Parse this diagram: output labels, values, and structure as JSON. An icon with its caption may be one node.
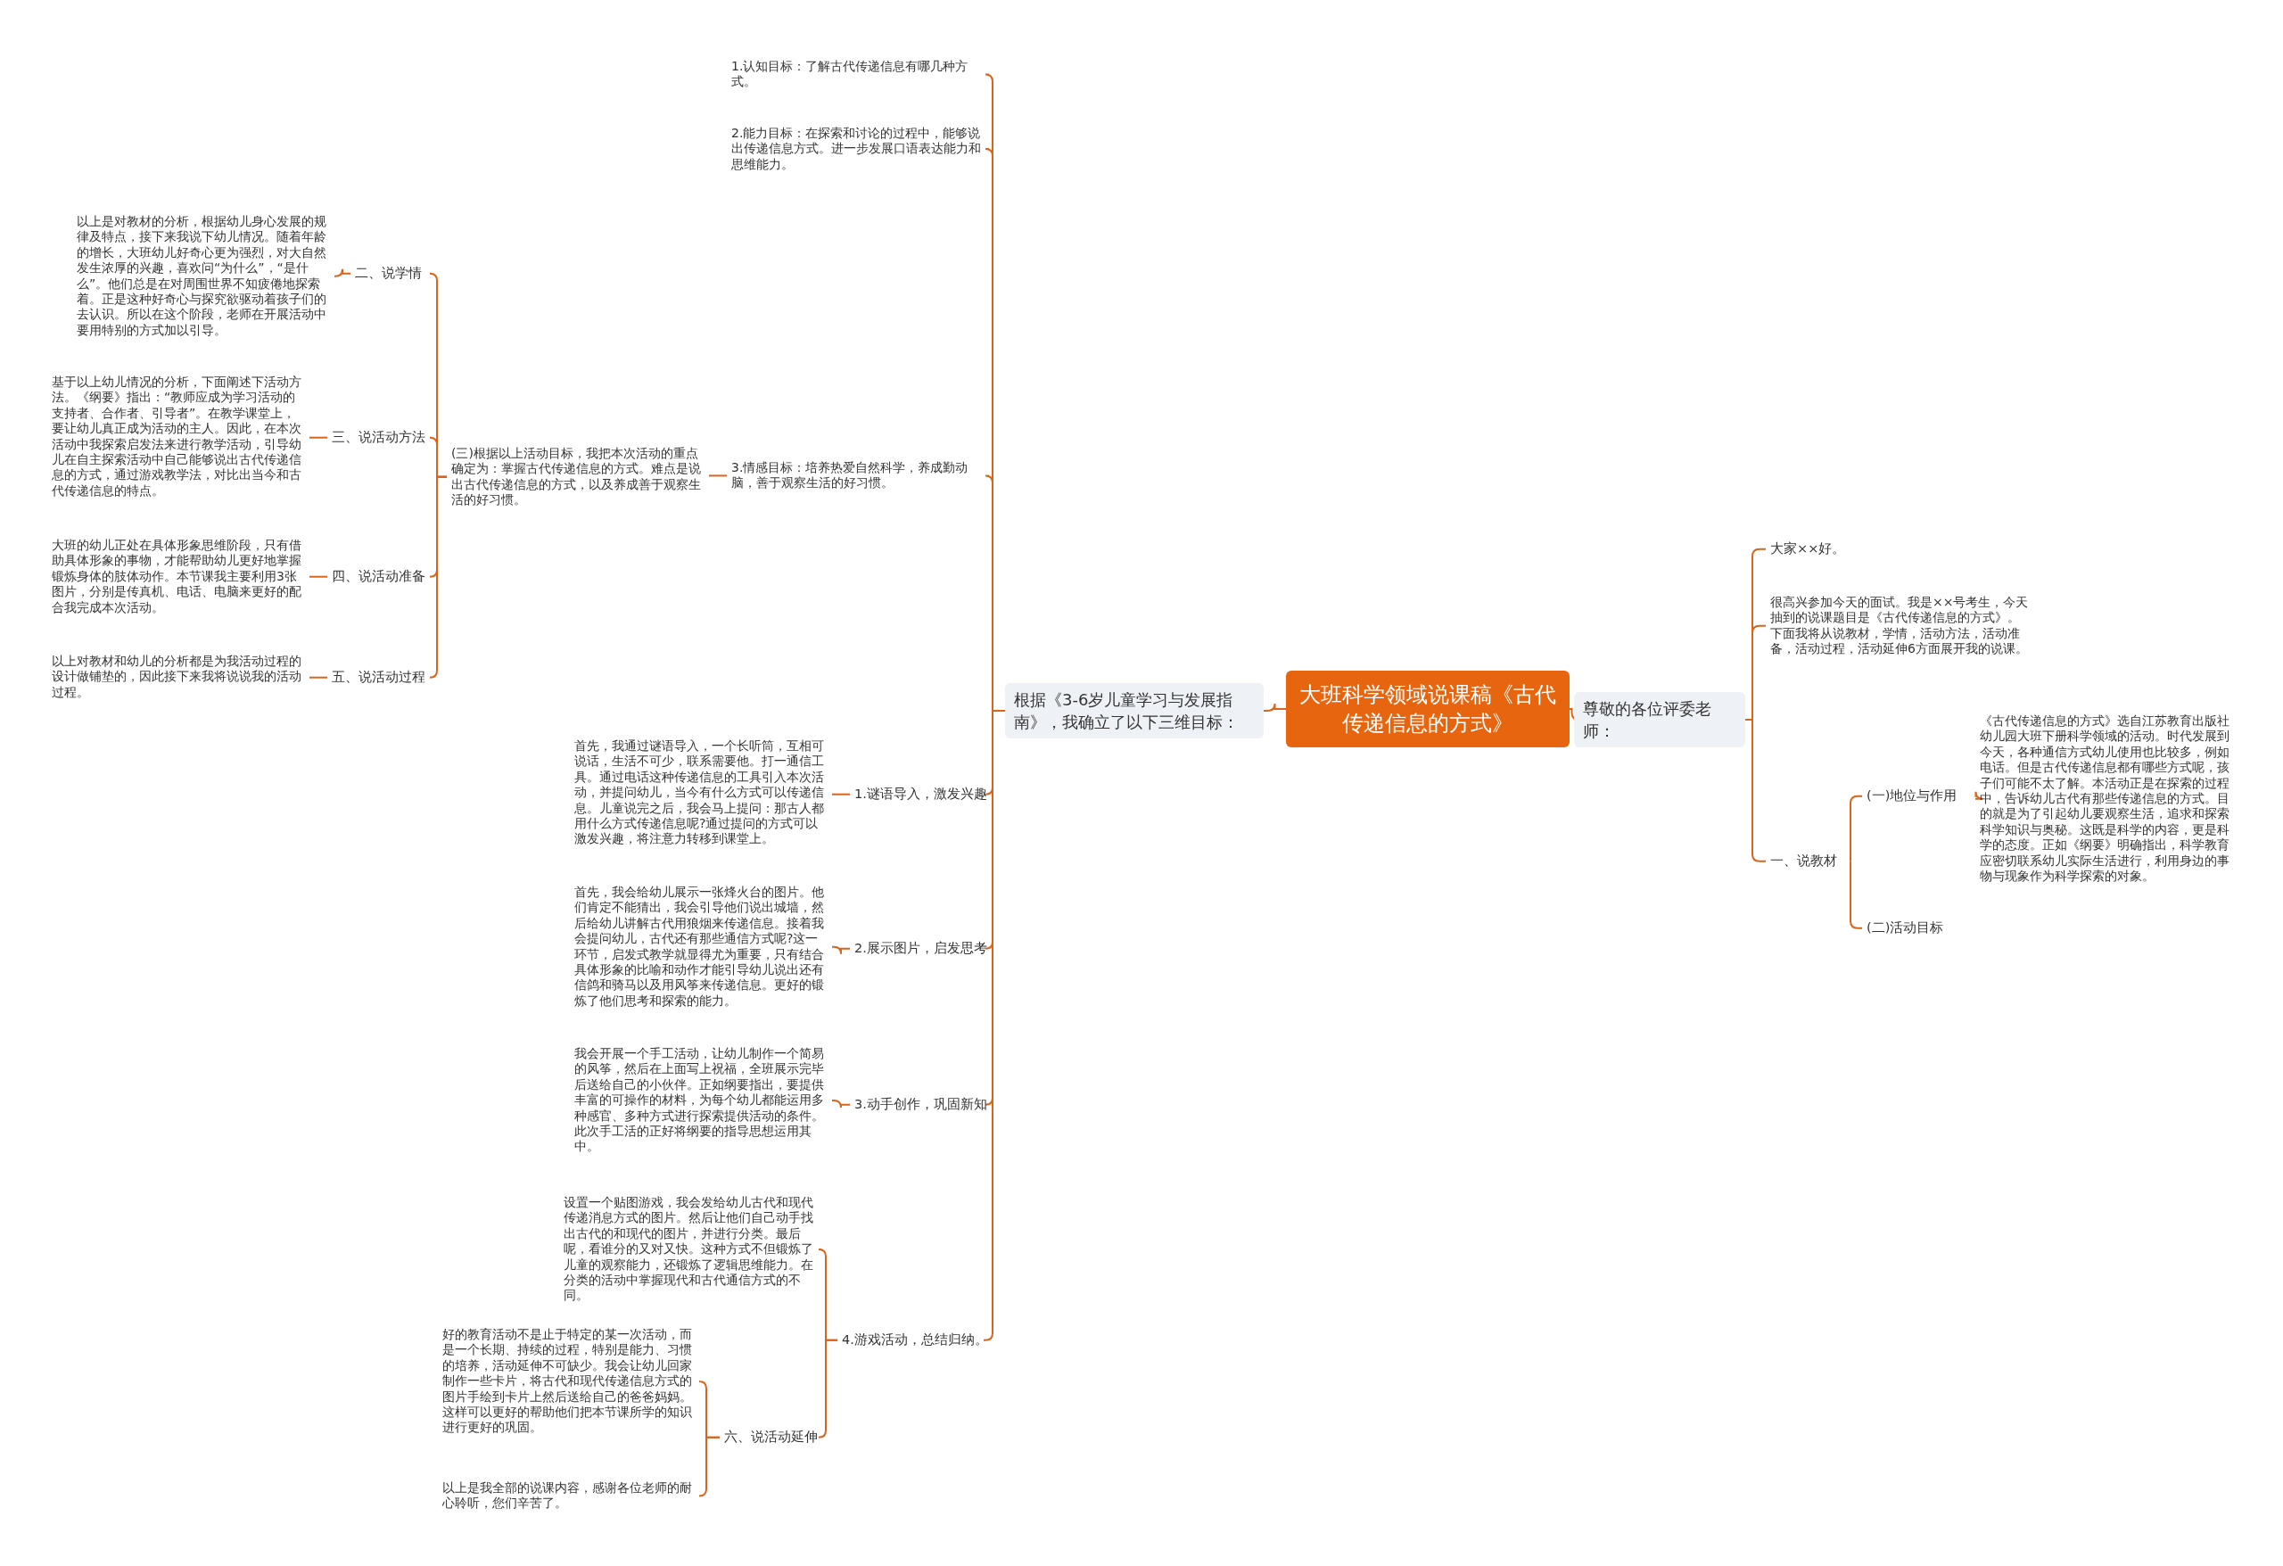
{
  "diagram": {
    "nodes": [
      {
        "text": [
          "大班科学领域说课稿《古代传递信息的方式》"
        ]
      },
      {
        "text": [
          "尊敬的各位评委老师："
        ]
      },
      {
        "text": [
          "大家××好。"
        ]
      },
      {
        "text": [
          "很高兴参加今天的面试。我是××号考生，今天抽到的说课题目是《古代传递信息的方式》。下面我将从说教材，学情，活动方法，活动准备，活动过程，活动延伸6方面展开我的说课。"
        ]
      },
      {
        "text": [
          "一、说教材"
        ]
      },
      {
        "text": [
          "(一)地位与作用"
        ]
      },
      {
        "text": [
          "《古代传递信息的方式》选自江苏教育出版社幼儿园大班下册科学领域的活动。时代发展到今天，各种通信方式幼儿使用也比较多，例如电话。但是古代传递信息都有哪些方式呢，孩子们可能不太了解。本活动正是在探索的过程中，告诉幼儿古代有那些传递信息的方式。目的就是为了引起幼儿要观察生活，追求和探索科学知识与奥秘。这既是科学的内容，更是科学的态度。正如《纲要》明确指出，科学教育应密切联系幼儿实际生活进行，利用身边的事物与现象作为科学探索的对象。"
        ]
      },
      {
        "text": [
          "(二)活动目标"
        ]
      },
      {
        "text": [
          "根据《3-6岁儿童学习与发展指南》，我确立了以下三维目标："
        ]
      },
      {
        "text": [
          "1.认知目标：了解古代传递信息有哪几种方式。"
        ]
      },
      {
        "text": [
          "2.能力目标：在探索和讨论的过程中，能够说出传递信息方式。进一步发展口语表达能力和思维能力。"
        ]
      },
      {
        "text": [
          "3.情感目标：培养热爱自然科学，养成勤动脑，善于观察生活的好习惯。"
        ]
      },
      {
        "text": [
          "(三)根据以上活动目标，我把本次活动的重点确定为：掌握古代传递信息的方式。难点是说出古代传递信息的方式，以及养成善于观察生活的好习惯。"
        ]
      },
      {
        "text": [
          "二、说学情"
        ]
      },
      {
        "text": [
          "以上是对教材的分析，根据幼儿身心发展的规律及特点，接下来我说下幼儿情况。随着年龄的增长，大班幼儿好奇心更为强烈，对大自然发生浓厚的兴趣，喜欢问“为什么”，“是什么”。他们总是在对周围世界不知疲倦地探索着。正是这种好奇心与探究欲驱动着孩子们的去认识。所以在这个阶段，老师在开展活动中要用特别的方式加以引导。"
        ]
      },
      {
        "text": [
          "三、说活动方法"
        ]
      },
      {
        "text": [
          "基于以上幼儿情况的分析，下面阐述下活动方法。《纲要》指出：“教师应成为学习活动的支持者、合作者、引导者”。在教学课堂上，要让幼儿真正成为活动的主人。因此，在本次活动中我探索启发法来进行教学活动，引导幼儿在自主探索活动中自己能够说出古代传递信息的方式，通过游戏教学法，对比出当今和古代传递信息的特点。"
        ]
      },
      {
        "text": [
          "四、说活动准备"
        ]
      },
      {
        "text": [
          "大班的幼儿正处在具体形象思维阶段，只有借助具体形象的事物，才能帮助幼儿更好地掌握锻炼身体的肢体动作。本节课我主要利用3张图片，分别是传真机、电话、电脑来更好的配合我完成本次活动。"
        ]
      },
      {
        "text": [
          "五、说活动过程"
        ]
      },
      {
        "text": [
          "以上对教材和幼儿的分析都是为我活动过程的设计做铺垫的，因此接下来我将说说我的活动过程。"
        ]
      },
      {
        "text": [
          "1.谜语导入，激发兴趣"
        ]
      },
      {
        "text": [
          "首先，我通过谜语导入，一个长听筒，互相可说话，生活不可少，联系需要他。打一通信工具。通过电话这种传递信息的工具引入本次活动，并提问幼儿，当今有什么方式可以传递信息。儿童说完之后，我会马上提问：那古人都用什么方式传递信息呢?通过提问的方式可以激发兴趣，将注意力转移到课堂上。"
        ]
      },
      {
        "text": [
          "2.展示图片，启发思考"
        ]
      },
      {
        "text": [
          "首先，我会给幼儿展示一张烽火台的图片。他们肯定不能猜出，我会引导他们说出城墙，然后给幼儿讲解古代用狼烟来传递信息。接着我会提问幼儿，古代还有那些通信方式呢?这一环节，启发式教学就显得尤为重要，只有结合具体形象的比喻和动作才能引导幼儿说出还有信鸽和骑马以及用风筝来传递信息。更好的锻炼了他们思考和探索的能力。"
        ]
      },
      {
        "text": [
          "3.动手创作，巩固新知"
        ]
      },
      {
        "text": [
          "我会开展一个手工活动，让幼儿制作一个简易的风筝，然后在上面写上祝福，全班展示完毕后送给自己的小伙伴。正如纲要指出，要提供丰富的可操作的材料，为每个幼儿都能运用多种感官、多种方式进行探索提供活动的条件。此次手工活的正好将纲要的指导思想运用其中。"
        ]
      },
      {
        "text": [
          "4.游戏活动，总结归纳。"
        ]
      },
      {
        "text": [
          "设置一个贴图游戏，我会发给幼儿古代和现代传递消息方式的图片。然后让他们自己动手找出古代的和现代的图片，并进行分类。最后呢，看谁分的又对又快。这种方式不但锻炼了儿童的观察能力，还锻炼了逻辑思维能力。在分类的活动中掌握现代和古代通信方式的不同。"
        ]
      },
      {
        "text": [
          "六、说活动延伸"
        ]
      },
      {
        "text": [
          "好的教育活动不是止于特定的某一次活动，而是一个长期、持续的过程，特别是能力、习惯的培养，活动延伸不可缺少。我会让幼儿回家制作一些卡片，将古代和现代传递信息方式的图片手绘到卡片上然后送给自己的爸爸妈妈。这样可以更好的帮助他们把本节课所学的知识进行更好的巩固。"
        ]
      },
      {
        "text": [
          "以上是我全部的说课内容，感谢各位老师的耐心聆听，您们辛苦了。"
        ]
      }
    ],
    "edges": [
      {
        "from": 0,
        "to": 1,
        "arrow": "none"
      },
      {
        "from": 1,
        "to": 2,
        "arrow": "none"
      },
      {
        "from": 1,
        "to": 3,
        "arrow": "none"
      },
      {
        "from": 1,
        "to": 4,
        "arrow": "none"
      },
      {
        "from": 4,
        "to": 5,
        "arrow": "none"
      },
      {
        "from": 5,
        "to": 6,
        "arrow": "none"
      },
      {
        "from": 4,
        "to": 7,
        "arrow": "none"
      },
      {
        "from": 0,
        "to": 8,
        "arrow": "none"
      },
      {
        "from": 8,
        "to": 9,
        "arrow": "none"
      },
      {
        "from": 8,
        "to": 10,
        "arrow": "none"
      },
      {
        "from": 8,
        "to": 11,
        "arrow": "none"
      },
      {
        "from": 11,
        "to": 12,
        "arrow": "none"
      },
      {
        "from": 12,
        "to": 13,
        "arrow": "none"
      },
      {
        "from": 13,
        "to": 14,
        "arrow": "none"
      },
      {
        "from": 12,
        "to": 15,
        "arrow": "none"
      },
      {
        "from": 15,
        "to": 16,
        "arrow": "none"
      },
      {
        "from": 12,
        "to": 17,
        "arrow": "none"
      },
      {
        "from": 17,
        "to": 18,
        "arrow": "none"
      },
      {
        "from": 12,
        "to": 19,
        "arrow": "none"
      },
      {
        "from": 19,
        "to": 20,
        "arrow": "none"
      },
      {
        "from": 8,
        "to": 21,
        "arrow": "none"
      },
      {
        "from": 21,
        "to": 22,
        "arrow": "none"
      },
      {
        "from": 8,
        "to": 23,
        "arrow": "none"
      },
      {
        "from": 23,
        "to": 24,
        "arrow": "none"
      },
      {
        "from": 8,
        "to": 25,
        "arrow": "none"
      },
      {
        "from": 25,
        "to": 26,
        "arrow": "none"
      },
      {
        "from": 8,
        "to": 27,
        "arrow": "none"
      },
      {
        "from": 27,
        "to": 28,
        "arrow": "none"
      },
      {
        "from": 27,
        "to": 29,
        "arrow": "none"
      },
      {
        "from": 29,
        "to": 30,
        "arrow": "none"
      },
      {
        "from": 29,
        "to": 31,
        "arrow": "none"
      }
    ]
  }
}
